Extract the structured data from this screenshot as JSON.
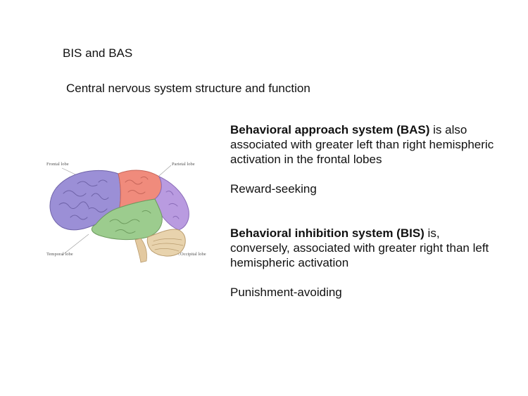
{
  "slide": {
    "title": "BIS and BAS",
    "subtitle": "Central nervous system structure and function"
  },
  "figure": {
    "labels": {
      "frontal": "Frontal lobe",
      "parietal": "Parietal lobe",
      "temporal": "Temporal lobe",
      "occipital": "Occipital lobe"
    },
    "colors": {
      "frontal": "#9b8fd6",
      "parietal": "#f08b7c",
      "temporal": "#9ccc8e",
      "occipital": "#b99be0",
      "cerebellum": "#e8d3ad"
    }
  },
  "content": {
    "bas": {
      "term": "Behavioral approach system (BAS)",
      "rest": " is also associated with greater left than right hemispheric activation in the frontal lobes"
    },
    "bas_summary": "Reward-seeking",
    "bis": {
      "term": "Behavioral inhibition system (BIS)",
      "rest": " is, conversely, associated with greater right than left hemispheric activation"
    },
    "bis_summary": "Punishment-avoiding"
  }
}
